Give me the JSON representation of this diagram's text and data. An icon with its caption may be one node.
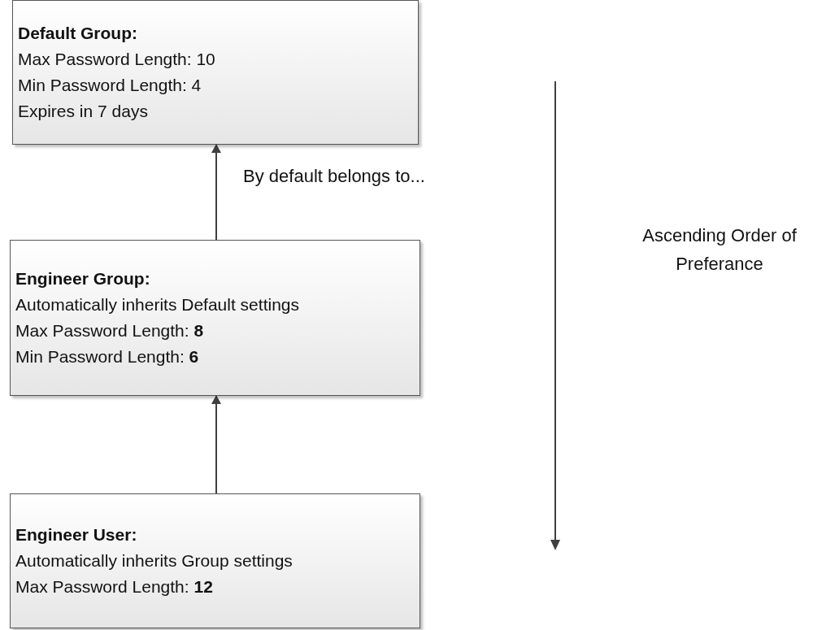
{
  "diagram": {
    "nodes": [
      {
        "text": [
          "Default Group:",
          "Max Password Length: 10",
          "Min Password Length: 4",
          "Expires in 7 days"
        ]
      },
      {
        "text": [
          "Engineer Group:",
          "Automatically inherits Default settings",
          "Max Password Length: **8**",
          "Min Password Length: **6**"
        ]
      },
      {
        "text": [
          "Engineer User:",
          "Automatically inherits Group settings",
          "Max Password Length: **12**"
        ]
      }
    ],
    "edges": [
      {
        "from": 1,
        "to": 0,
        "arrow": "to",
        "label": "By default belongs to..."
      },
      {
        "from": 2,
        "to": 1,
        "arrow": "to"
      }
    ],
    "labels": [
      "Ascending Order of Preferance"
    ]
  }
}
